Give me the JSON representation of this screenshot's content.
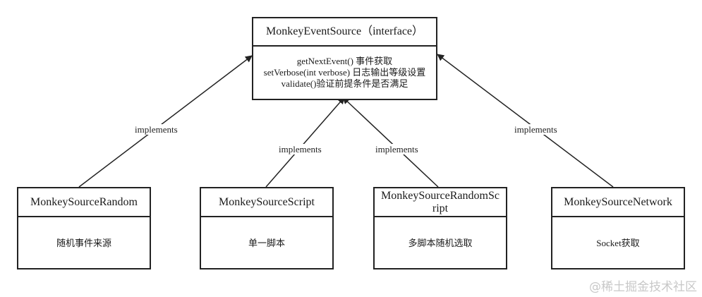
{
  "interface": {
    "title": "MonkeyEventSource（interface）",
    "methods": [
      "getNextEvent() 事件获取",
      "setVerbose(int verbose) 日志输出等级设置",
      "validate()验证前提条件是否满足"
    ]
  },
  "classes": [
    {
      "title": "MonkeySourceRandom",
      "description": "随机事件来源"
    },
    {
      "title": "MonkeySourceScript",
      "description": "单一脚本"
    },
    {
      "title": "MonkeySourceRandomScript",
      "description": "多脚本随机选取"
    },
    {
      "title": "MonkeySourceNetwork",
      "description": "Socket获取"
    }
  ],
  "relations": [
    {
      "from": "MonkeySourceRandom",
      "to": "MonkeyEventSource",
      "label": "implements"
    },
    {
      "from": "MonkeySourceScript",
      "to": "MonkeyEventSource",
      "label": "implements"
    },
    {
      "from": "MonkeySourceRandomScript",
      "to": "MonkeyEventSource",
      "label": "implements"
    },
    {
      "from": "MonkeySourceNetwork",
      "to": "MonkeyEventSource",
      "label": "implements"
    }
  ],
  "watermark": "@稀土掘金技术社区",
  "colors": {
    "line": "#222222",
    "watermark": "#c8c8c8"
  }
}
